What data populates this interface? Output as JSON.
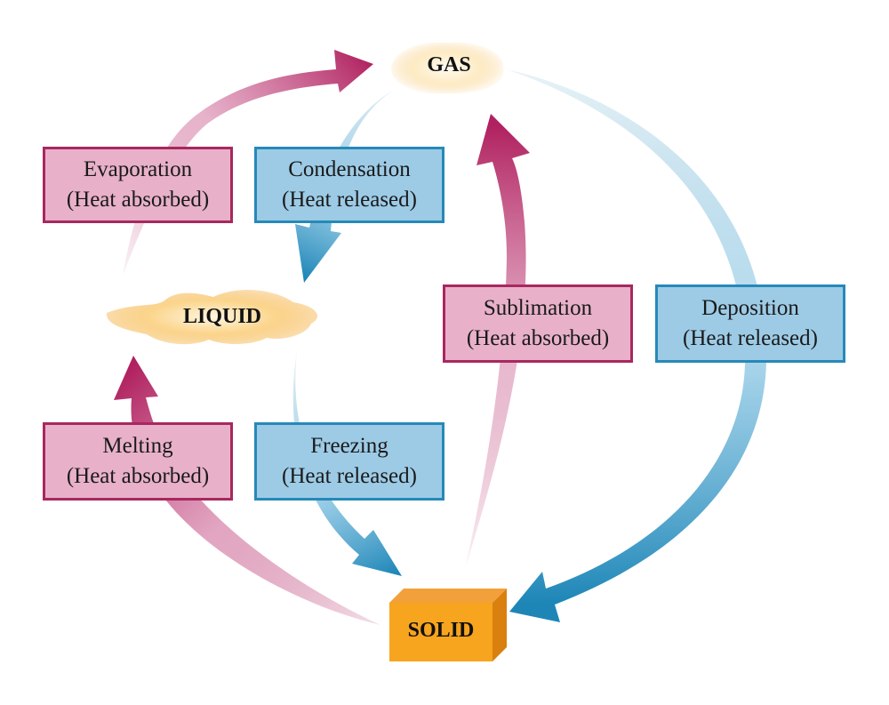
{
  "states": {
    "gas": "GAS",
    "liquid": "LIQUID",
    "solid": "SOLID"
  },
  "transitions": {
    "evaporation": {
      "name": "Evaporation",
      "heat": "(Heat absorbed)"
    },
    "condensation": {
      "name": "Condensation",
      "heat": "(Heat released)"
    },
    "sublimation": {
      "name": "Sublimation",
      "heat": "(Heat absorbed)"
    },
    "deposition": {
      "name": "Deposition",
      "heat": "(Heat released)"
    },
    "melting": {
      "name": "Melting",
      "heat": "(Heat absorbed)"
    },
    "freezing": {
      "name": "Freezing",
      "heat": "(Heat released)"
    }
  },
  "colors": {
    "absorbed_arrow": "#b0215f",
    "absorbed_fill": "#e8b1c9",
    "released_arrow": "#1d86b7",
    "released_fill": "#9dcbe6",
    "solid_block": "#f7a41e",
    "liquid_blob": "#f8c978",
    "gas_cloud": "#fbe3b3"
  }
}
